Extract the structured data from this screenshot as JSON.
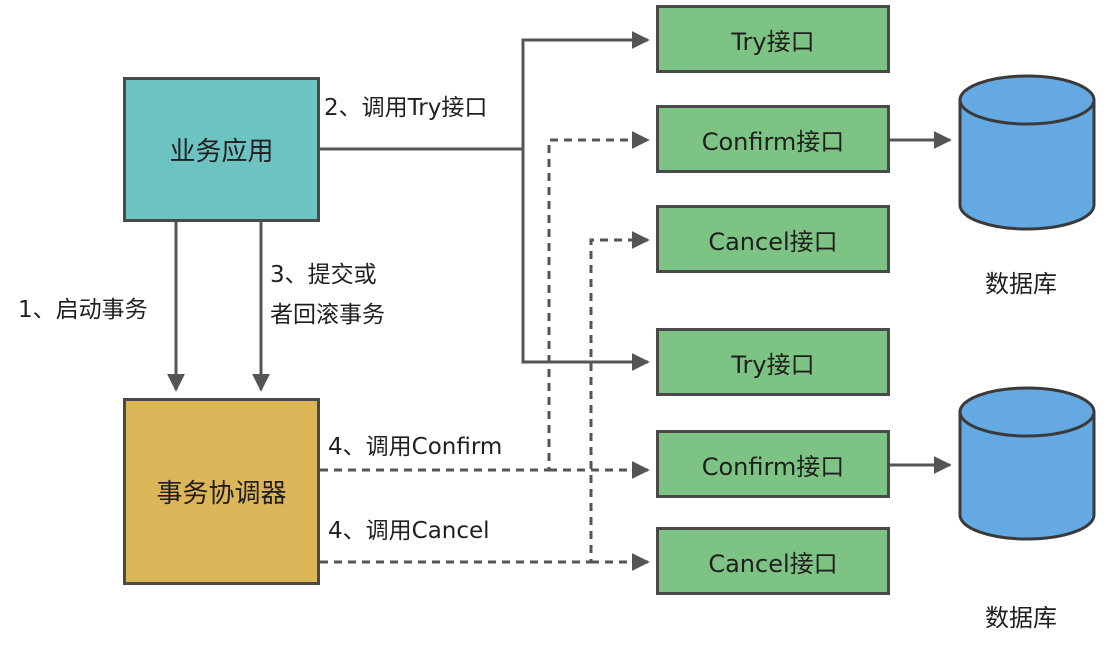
{
  "nodes": {
    "business_app": "业务应用",
    "coordinator": "事务协调器",
    "group1": {
      "try": "Try接口",
      "confirm": "Confirm接口",
      "cancel": "Cancel接口"
    },
    "group2": {
      "try": "Try接口",
      "confirm": "Confirm接口",
      "cancel": "Cancel接口"
    },
    "db1_label": "数据库",
    "db2_label": "数据库"
  },
  "edges": {
    "start_tx": "1、启动事务",
    "call_try": "2、调用Try接口",
    "commit_line1": "3、提交或",
    "commit_line2": "者回滚事务",
    "call_confirm": "4、调用Confirm",
    "call_cancel": "4、调用Cancel"
  },
  "colors": {
    "business_app": "#6cc3c2",
    "coordinator": "#deb65a",
    "interface": "#7dc383",
    "database": "#64a9e2",
    "line": "#555555"
  }
}
